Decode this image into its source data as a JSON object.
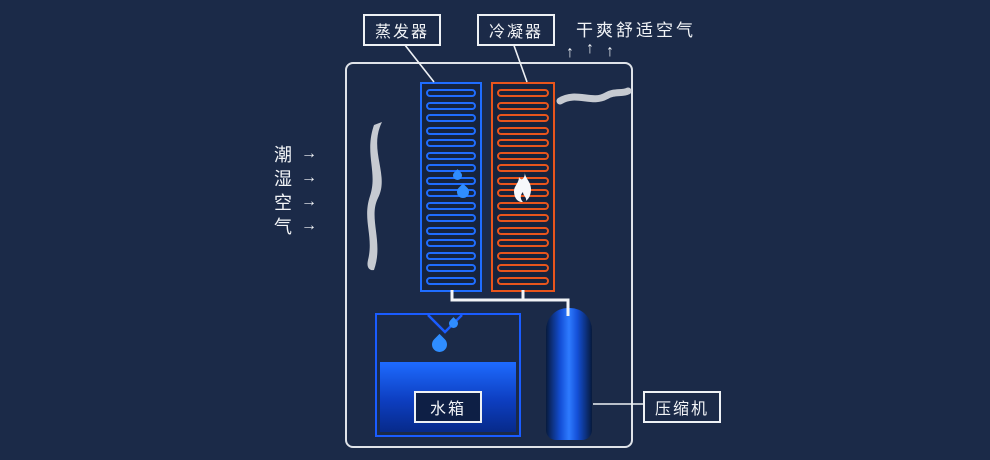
{
  "labels": {
    "evaporator": "蒸发器",
    "condenser": "冷凝器",
    "dry_air": "干爽舒适空气",
    "water_tank": "水箱",
    "compressor": "压缩机",
    "humid_air_chars": [
      "潮",
      "湿",
      "空",
      "气"
    ],
    "arrow_right": "→",
    "arrow_up": "↑"
  },
  "colors": {
    "background": "#1b2a48",
    "outline": "#dfe3e9",
    "evaporator_coil": "#1f6dff",
    "condenser_coil": "#e8551c",
    "water": "#1a5cff",
    "fan_blade": "#c6cad1"
  }
}
